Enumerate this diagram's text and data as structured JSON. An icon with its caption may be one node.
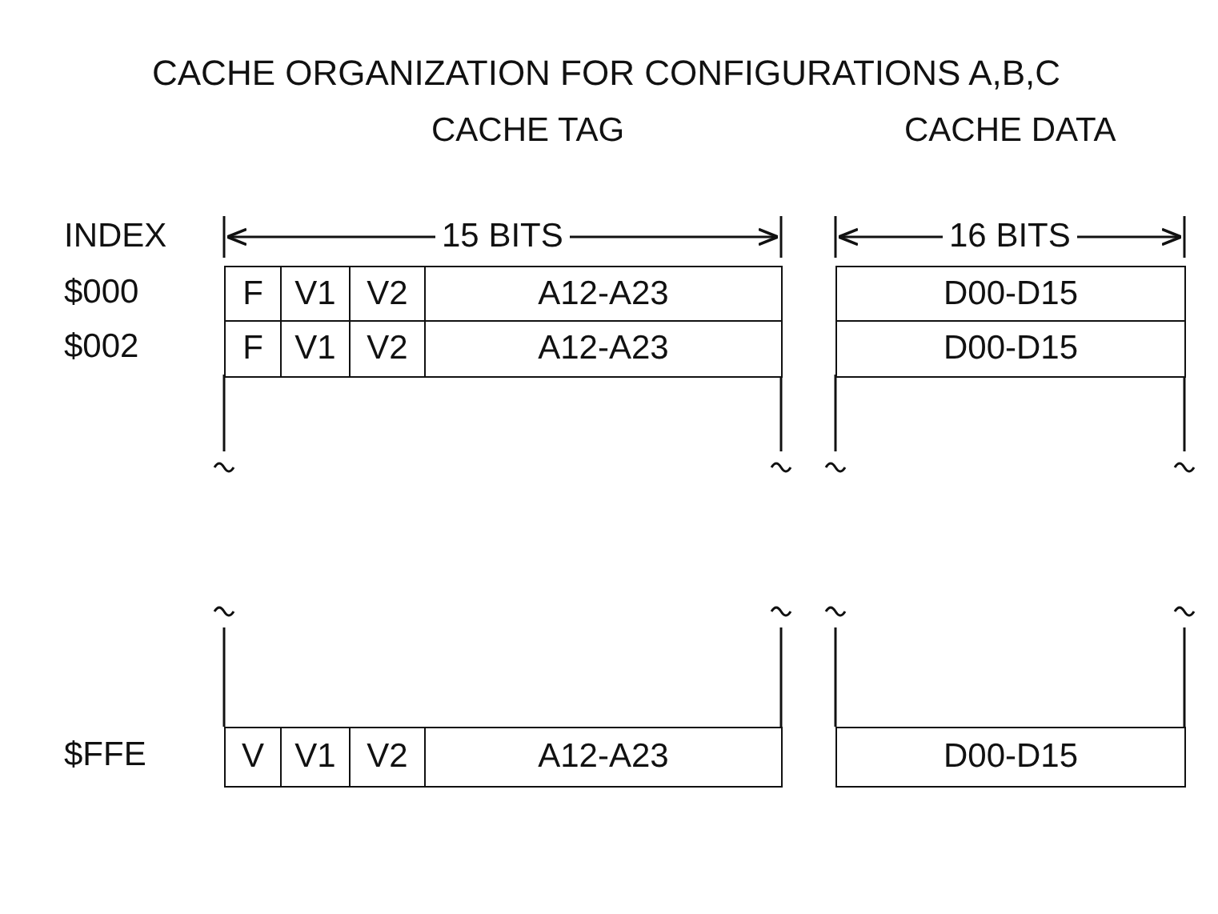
{
  "diagram": {
    "title": "CACHE ORGANIZATION FOR CONFIGURATIONS A,B,C",
    "labels": [
      "CACHE TAG",
      "CACHE DATA",
      "INDEX",
      "15 BITS",
      "16 BITS",
      "$000",
      "F",
      "V1",
      "V2",
      "A12-A23",
      "D00-D15",
      "$002",
      "F",
      "V1",
      "V2",
      "A12-A23",
      "D00-D15",
      "$FFE",
      "V",
      "V1",
      "V2",
      "A12-A23",
      "D00-D15"
    ]
  }
}
